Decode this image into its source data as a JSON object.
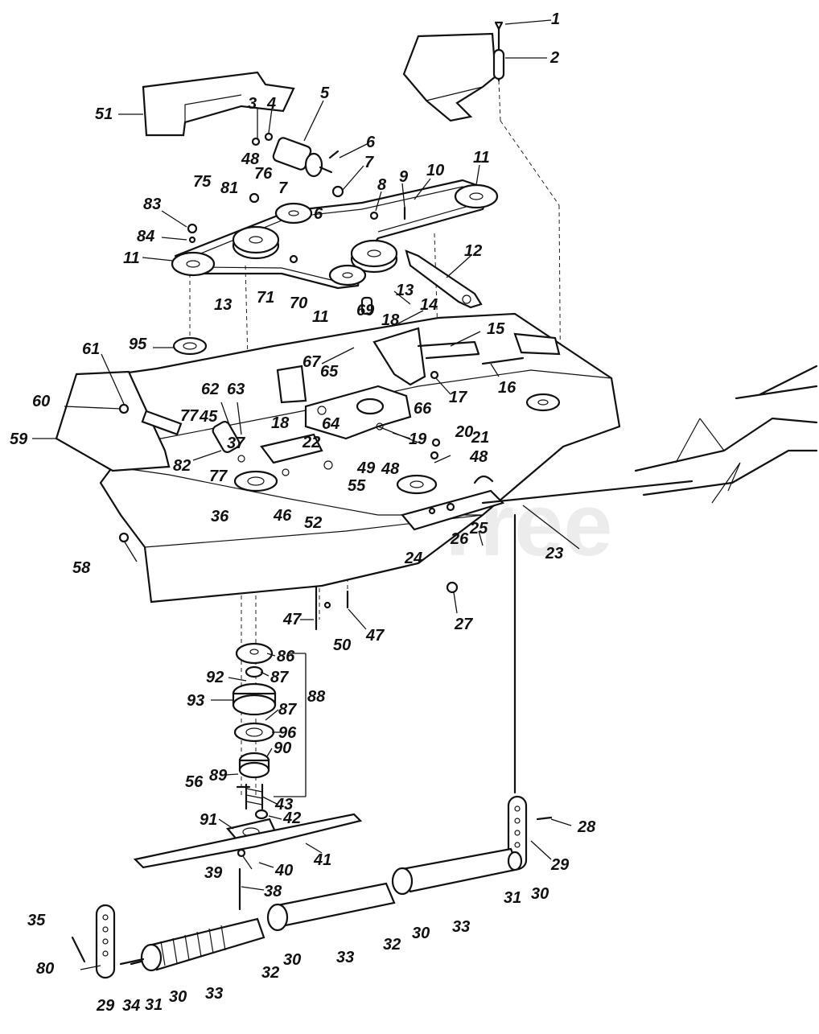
{
  "watermark": "PartsTree",
  "callouts": [
    {
      "id": "c1",
      "text": "1"
    },
    {
      "id": "c2",
      "text": "2"
    },
    {
      "id": "c3",
      "text": "3"
    },
    {
      "id": "c4",
      "text": "4"
    },
    {
      "id": "c5",
      "text": "5"
    },
    {
      "id": "c6a",
      "text": "6"
    },
    {
      "id": "c6b",
      "text": "6"
    },
    {
      "id": "c7a",
      "text": "7"
    },
    {
      "id": "c7b",
      "text": "7"
    },
    {
      "id": "c8",
      "text": "8"
    },
    {
      "id": "c9",
      "text": "9"
    },
    {
      "id": "c10",
      "text": "10"
    },
    {
      "id": "c11a",
      "text": "11"
    },
    {
      "id": "c11b",
      "text": "11"
    },
    {
      "id": "c11c",
      "text": "11"
    },
    {
      "id": "c12",
      "text": "12"
    },
    {
      "id": "c13a",
      "text": "13"
    },
    {
      "id": "c13b",
      "text": "13"
    },
    {
      "id": "c14",
      "text": "14"
    },
    {
      "id": "c15",
      "text": "15"
    },
    {
      "id": "c16",
      "text": "16"
    },
    {
      "id": "c17",
      "text": "17"
    },
    {
      "id": "c18a",
      "text": "18"
    },
    {
      "id": "c18b",
      "text": "18"
    },
    {
      "id": "c19",
      "text": "19"
    },
    {
      "id": "c20",
      "text": "20"
    },
    {
      "id": "c21",
      "text": "21"
    },
    {
      "id": "c22",
      "text": "22"
    },
    {
      "id": "c23",
      "text": "23"
    },
    {
      "id": "c24",
      "text": "24"
    },
    {
      "id": "c25",
      "text": "25"
    },
    {
      "id": "c26",
      "text": "26"
    },
    {
      "id": "c27",
      "text": "27"
    },
    {
      "id": "c28",
      "text": "28"
    },
    {
      "id": "c29a",
      "text": "29"
    },
    {
      "id": "c29b",
      "text": "29"
    },
    {
      "id": "c30a",
      "text": "30"
    },
    {
      "id": "c30b",
      "text": "30"
    },
    {
      "id": "c30c",
      "text": "30"
    },
    {
      "id": "c30d",
      "text": "30"
    },
    {
      "id": "c31a",
      "text": "31"
    },
    {
      "id": "c31b",
      "text": "31"
    },
    {
      "id": "c32a",
      "text": "32"
    },
    {
      "id": "c32b",
      "text": "32"
    },
    {
      "id": "c33a",
      "text": "33"
    },
    {
      "id": "c33b",
      "text": "33"
    },
    {
      "id": "c33c",
      "text": "33"
    },
    {
      "id": "c34",
      "text": "34"
    },
    {
      "id": "c35",
      "text": "35"
    },
    {
      "id": "c36",
      "text": "36"
    },
    {
      "id": "c37",
      "text": "37"
    },
    {
      "id": "c38",
      "text": "38"
    },
    {
      "id": "c39",
      "text": "39"
    },
    {
      "id": "c40",
      "text": "40"
    },
    {
      "id": "c41",
      "text": "41"
    },
    {
      "id": "c42",
      "text": "42"
    },
    {
      "id": "c43",
      "text": "43"
    },
    {
      "id": "c45",
      "text": "45"
    },
    {
      "id": "c46",
      "text": "46"
    },
    {
      "id": "c47a",
      "text": "47"
    },
    {
      "id": "c47b",
      "text": "47"
    },
    {
      "id": "c48a",
      "text": "48"
    },
    {
      "id": "c48b",
      "text": "48"
    },
    {
      "id": "c48c",
      "text": "48"
    },
    {
      "id": "c49",
      "text": "49"
    },
    {
      "id": "c50",
      "text": "50"
    },
    {
      "id": "c51",
      "text": "51"
    },
    {
      "id": "c52",
      "text": "52"
    },
    {
      "id": "c55",
      "text": "55"
    },
    {
      "id": "c56",
      "text": "56"
    },
    {
      "id": "c58",
      "text": "58"
    },
    {
      "id": "c59",
      "text": "59"
    },
    {
      "id": "c60",
      "text": "60"
    },
    {
      "id": "c61",
      "text": "61"
    },
    {
      "id": "c62",
      "text": "62"
    },
    {
      "id": "c63",
      "text": "63"
    },
    {
      "id": "c64",
      "text": "64"
    },
    {
      "id": "c65",
      "text": "65"
    },
    {
      "id": "c66",
      "text": "66"
    },
    {
      "id": "c67",
      "text": "67"
    },
    {
      "id": "c69",
      "text": "69"
    },
    {
      "id": "c70",
      "text": "70"
    },
    {
      "id": "c71",
      "text": "71"
    },
    {
      "id": "c75",
      "text": "75"
    },
    {
      "id": "c76",
      "text": "76"
    },
    {
      "id": "c77a",
      "text": "77"
    },
    {
      "id": "c77b",
      "text": "77"
    },
    {
      "id": "c80",
      "text": "80"
    },
    {
      "id": "c81",
      "text": "81"
    },
    {
      "id": "c82",
      "text": "82"
    },
    {
      "id": "c83",
      "text": "83"
    },
    {
      "id": "c84",
      "text": "84"
    },
    {
      "id": "c86",
      "text": "86"
    },
    {
      "id": "c87a",
      "text": "87"
    },
    {
      "id": "c87b",
      "text": "87"
    },
    {
      "id": "c88",
      "text": "88"
    },
    {
      "id": "c89",
      "text": "89"
    },
    {
      "id": "c90",
      "text": "90"
    },
    {
      "id": "c91",
      "text": "91"
    },
    {
      "id": "c92",
      "text": "92"
    },
    {
      "id": "c93",
      "text": "93"
    },
    {
      "id": "c95",
      "text": "95"
    },
    {
      "id": "c96",
      "text": "96"
    }
  ]
}
